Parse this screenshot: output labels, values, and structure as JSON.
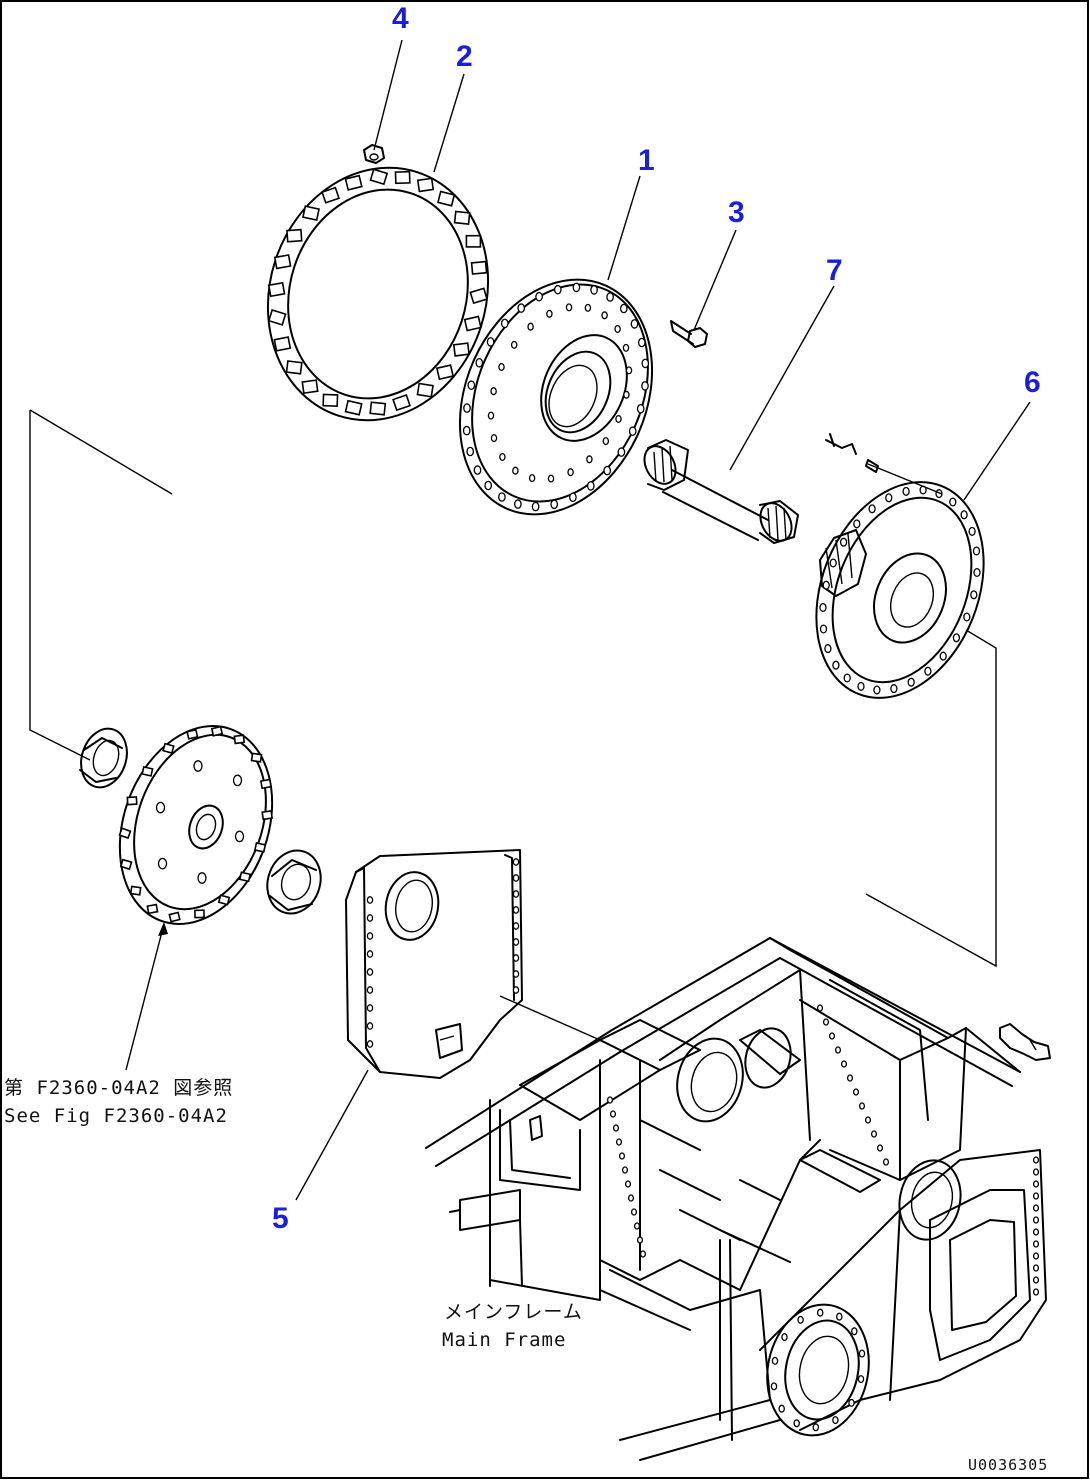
{
  "callouts": {
    "c1": "1",
    "c2": "2",
    "c3": "3",
    "c4": "4",
    "c5": "5",
    "c6": "6",
    "c7": "7"
  },
  "notes": {
    "see_fig_jp": "第 F2360-04A2 図参照",
    "see_fig_en": "See Fig F2360-04A2",
    "main_frame_jp": "メインフレーム",
    "main_frame_en": "Main Frame"
  },
  "drawing_id": "U0036305",
  "colors": {
    "callout": "#1a1fd8",
    "line": "#000000",
    "background": "#ffffff"
  }
}
